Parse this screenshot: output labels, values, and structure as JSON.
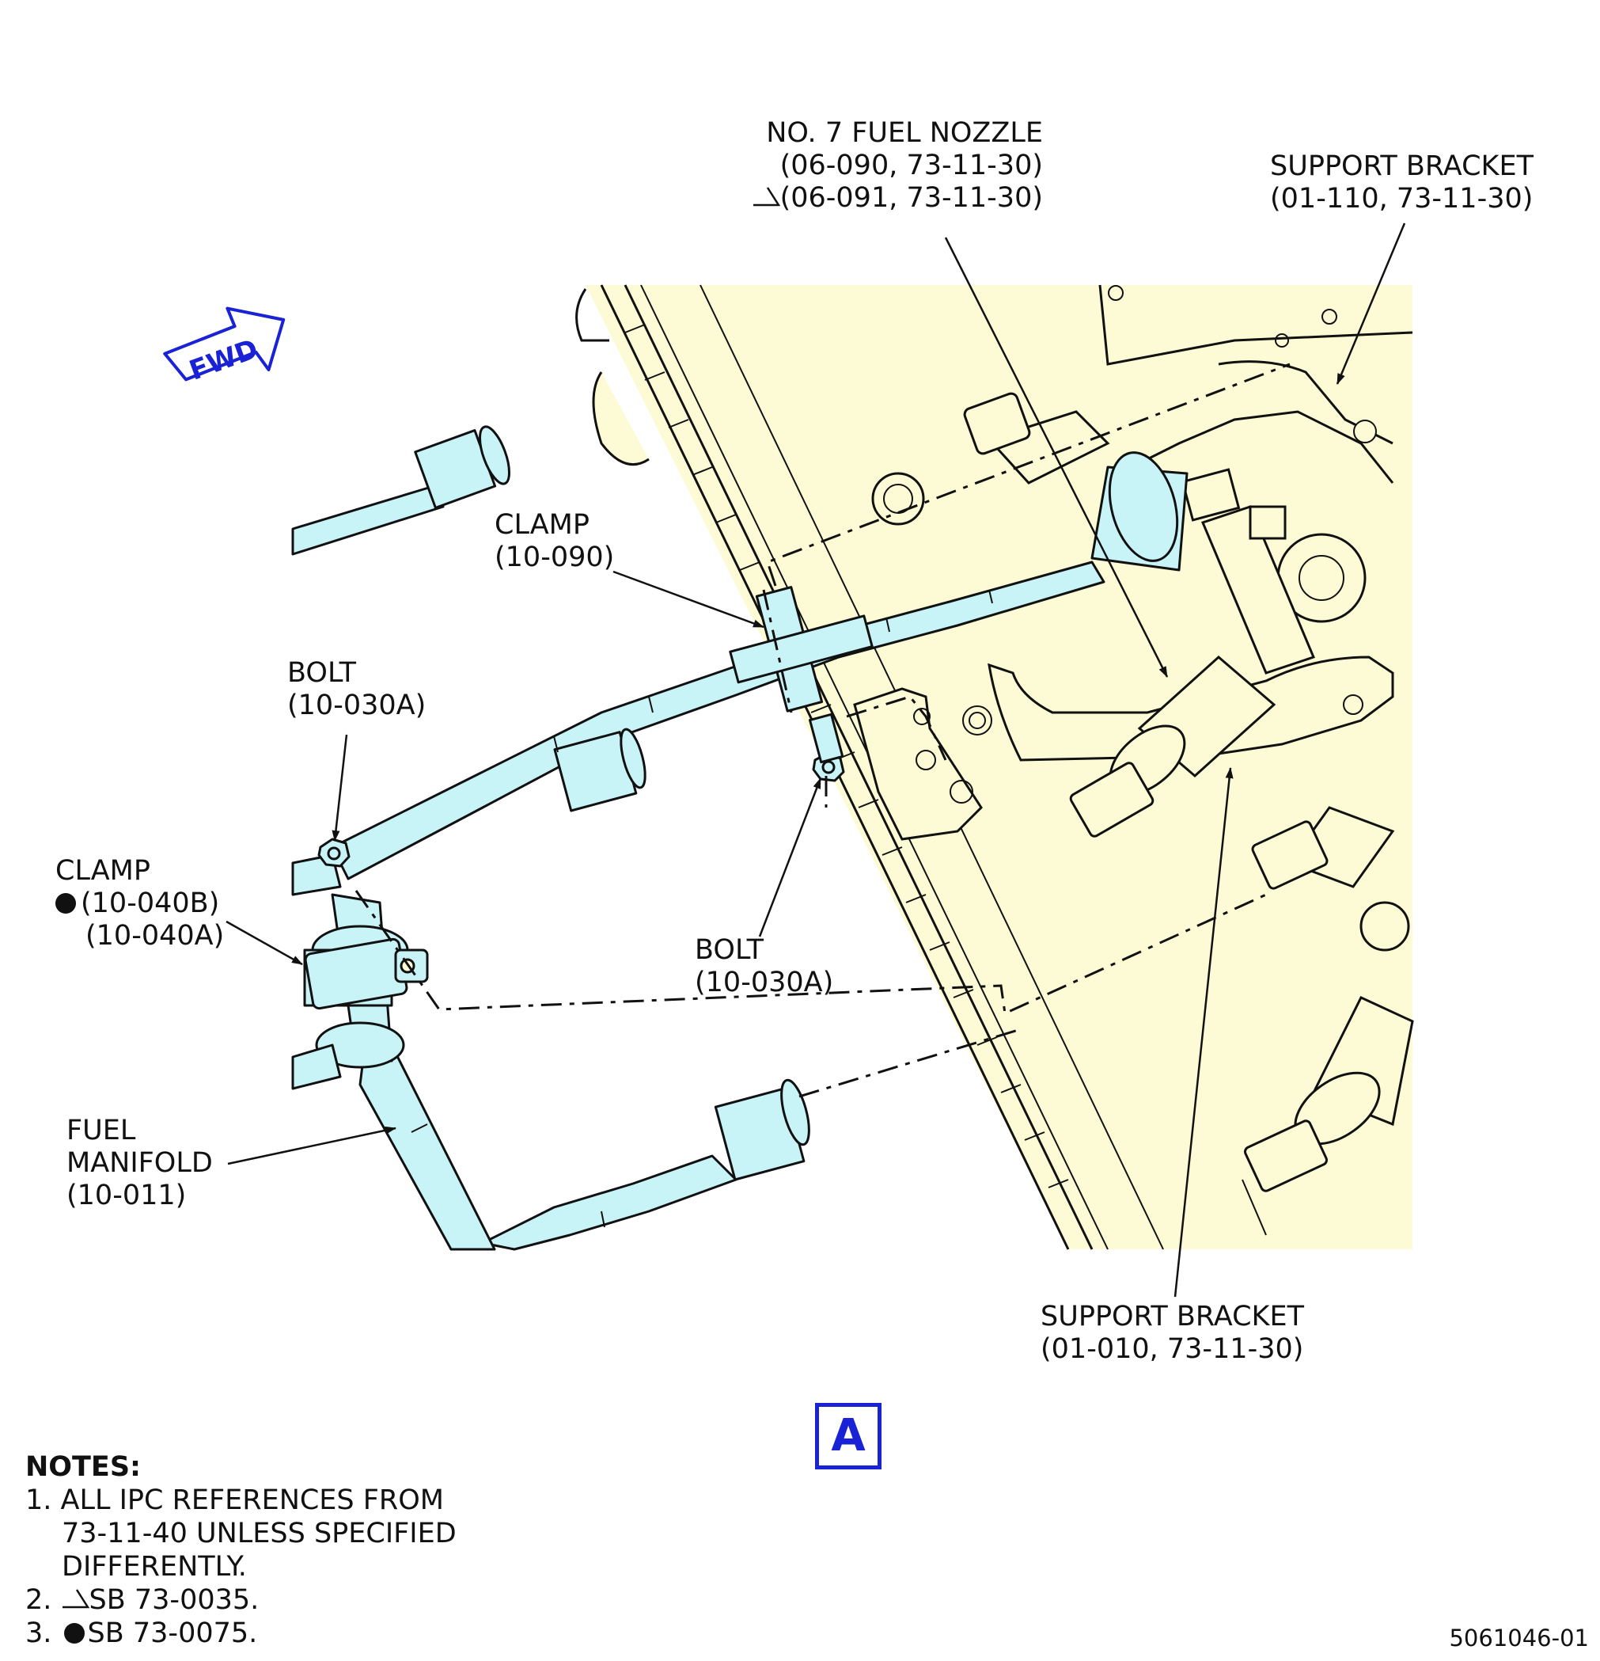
{
  "fwd_arrow": {
    "label": "FWD",
    "color": "#1a22d6"
  },
  "colors": {
    "engine_fill": "#fdfbd5",
    "manifold_fill": "#c8f3f7",
    "outline": "#111111",
    "accent": "#1a22d6"
  },
  "callouts": {
    "fuel_nozzle": {
      "l1": "NO. 7 FUEL NOZZLE",
      "l2": "(06-090, 73-11-30)",
      "l3": "(06-091, 73-11-30)"
    },
    "support_bracket_top": {
      "l1": "SUPPORT BRACKET",
      "l2": "(01-110, 73-11-30)"
    },
    "clamp_top": {
      "l1": "CLAMP",
      "l2": "(10-090)"
    },
    "bolt_left": {
      "l1": "BOLT",
      "l2": "(10-030A)"
    },
    "clamp_left": {
      "l1": "CLAMP",
      "l2": "(10-040B)",
      "l3": "(10-040A)"
    },
    "bolt_center": {
      "l1": "BOLT",
      "l2": "(10-030A)"
    },
    "fuel_manifold": {
      "l1": "FUEL",
      "l2": "MANIFOLD",
      "l3": "(10-011)"
    },
    "support_bracket_bottom": {
      "l1": "SUPPORT BRACKET",
      "l2": "(01-010, 73-11-30)"
    }
  },
  "view_label": "A",
  "notes": {
    "title": "NOTES:",
    "n1a": "1. ALL IPC REFERENCES FROM",
    "n1b": "73-11-40 UNLESS SPECIFIED",
    "n1c": "DIFFERENTLY.",
    "n2": "2.",
    "n2t": "SB 73-0035.",
    "n3": "3.",
    "n3t": "SB 73-0075."
  },
  "figure_number": "5061046-01"
}
